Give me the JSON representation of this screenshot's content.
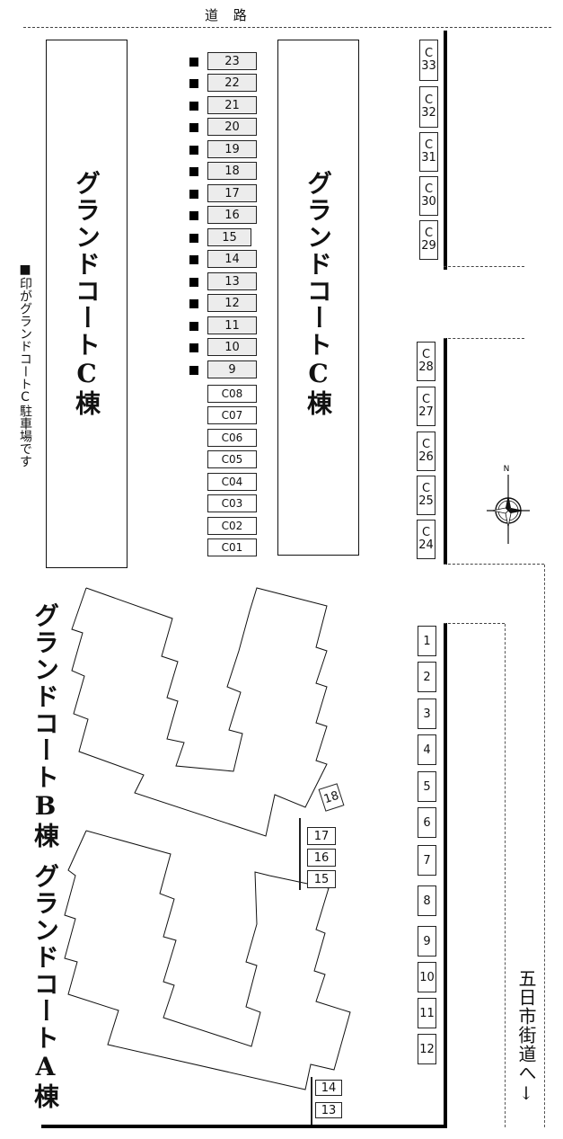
{
  "road_label": "道 路",
  "c_building_label": "グランドコートC棟",
  "b_building_label": "グランドコートB棟",
  "a_building_label": "グランドコートA棟",
  "legend_text": "■印がグランドコートC駐車場です",
  "street_label": "五日市街道へ↓",
  "compass_north": "N",
  "center_numbered_slots": [
    "23",
    "22",
    "21",
    "20",
    "19",
    "18",
    "17",
    "16",
    "15",
    "14",
    "13",
    "12",
    "11",
    "10",
    "9"
  ],
  "center_c_slots": [
    "C08",
    "C07",
    "C06",
    "C05",
    "C04",
    "C03",
    "C02",
    "C01"
  ],
  "right_upper_slots": [
    {
      "prefix": "C",
      "num": "33"
    },
    {
      "prefix": "C",
      "num": "32"
    },
    {
      "prefix": "C",
      "num": "31"
    },
    {
      "prefix": "C",
      "num": "30"
    },
    {
      "prefix": "C",
      "num": "29"
    }
  ],
  "right_middle_slots": [
    {
      "prefix": "C",
      "num": "28"
    },
    {
      "prefix": "C",
      "num": "27"
    },
    {
      "prefix": "C",
      "num": "26"
    },
    {
      "prefix": "C",
      "num": "25"
    },
    {
      "prefix": "C",
      "num": "24"
    }
  ],
  "right_lower_slots": [
    "1",
    "2",
    "3",
    "4",
    "5",
    "6",
    "7",
    "8",
    "9",
    "10",
    "11",
    "12"
  ],
  "middle_small_slots": [
    "18",
    "17",
    "16",
    "15"
  ],
  "bottom_small_slots": [
    "14",
    "13"
  ]
}
